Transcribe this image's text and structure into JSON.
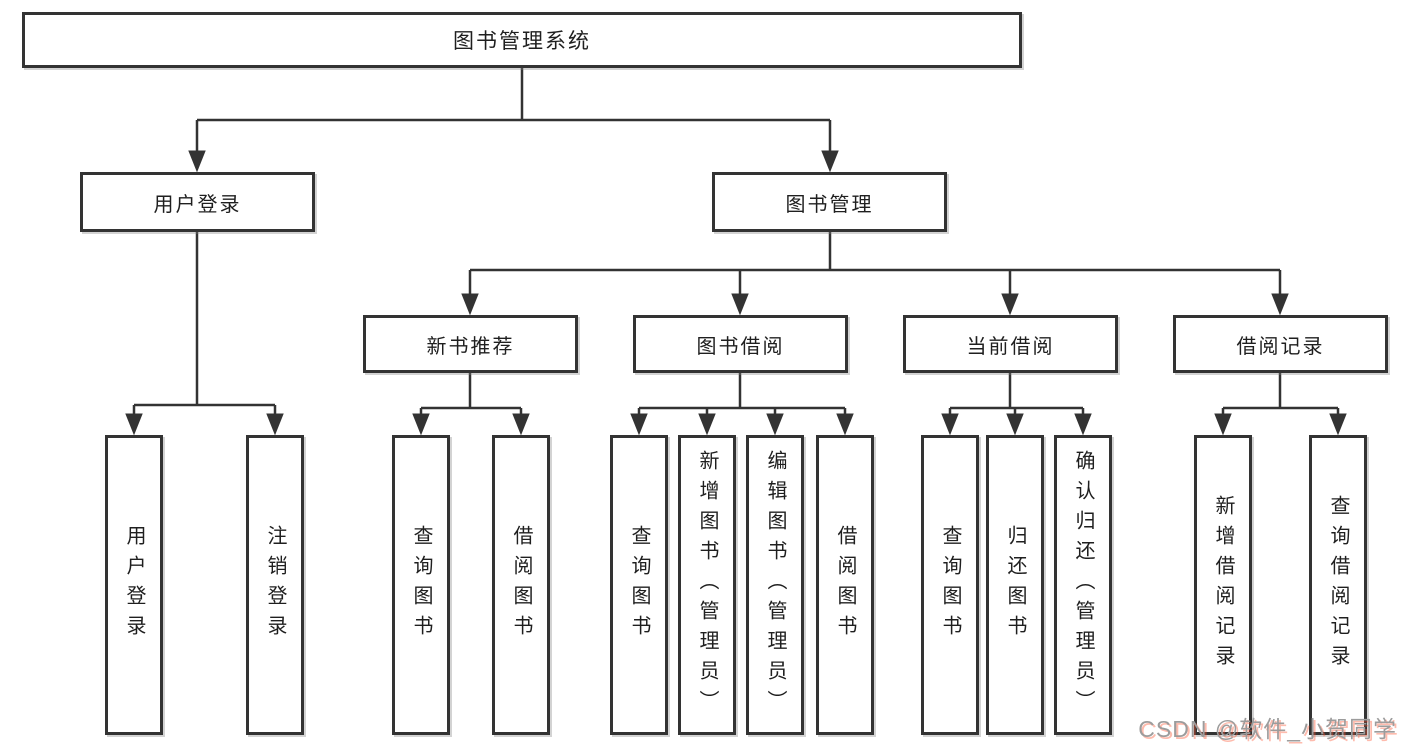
{
  "diagram": {
    "root": "图书管理系统",
    "level2": {
      "user_login": "用户登录",
      "book_mgmt": "图书管理"
    },
    "level3": {
      "new_books": "新书推荐",
      "borrowing": "图书借阅",
      "current": "当前借阅",
      "records": "借阅记录"
    },
    "leaves": {
      "login": "用户登录",
      "logout": "注销登录",
      "nb_query": "查询图书",
      "nb_borrow": "借阅图书",
      "bw_query": "查询图书",
      "bw_add": "新增图书（管理员）",
      "bw_edit": "编辑图书（管理员）",
      "bw_borrow": "借阅图书",
      "cur_query": "查询图书",
      "cur_return": "归还图书",
      "cur_confirm": "确认归还（管理员）",
      "rec_add": "新增借阅记录",
      "rec_query": "查询借阅记录"
    }
  },
  "watermark": "CSDN @软件_小贺同学",
  "colors": {
    "line": "#333333",
    "background": "#ffffff",
    "text": "#1f1f1f",
    "watermark_gray": "#9c9c9c",
    "watermark_accent": "#fc5531"
  }
}
